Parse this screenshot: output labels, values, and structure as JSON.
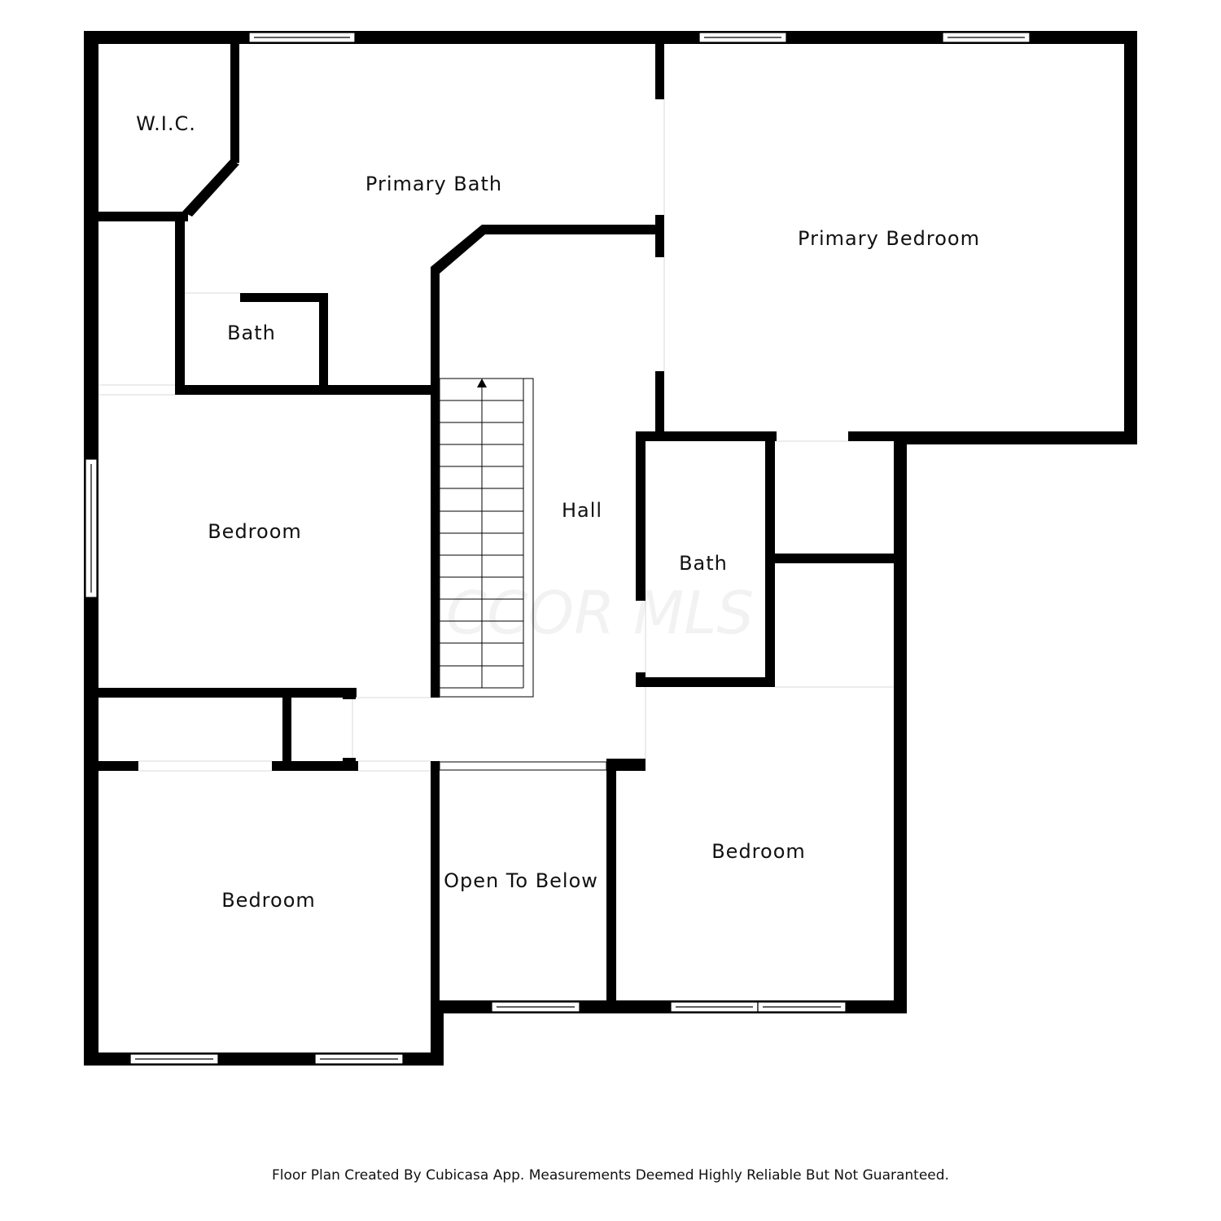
{
  "watermark": "CCOR MLS",
  "rooms": {
    "wic": "W.I.C.",
    "primary_bath": "Primary Bath",
    "primary_bedroom": "Primary Bedroom",
    "bath_1": "Bath",
    "hall": "Hall",
    "bath_2": "Bath",
    "bedroom_left": "Bedroom",
    "bedroom_bottom_left": "Bedroom",
    "open_to_below": "Open To Below",
    "bedroom_bottom_right": "Bedroom"
  },
  "footer": "Floor Plan Created By Cubicasa App. Measurements Deemed Highly Reliable But Not Guaranteed.",
  "colors": {
    "wall": "#000000",
    "background": "#ffffff",
    "window": "#ffffff"
  }
}
